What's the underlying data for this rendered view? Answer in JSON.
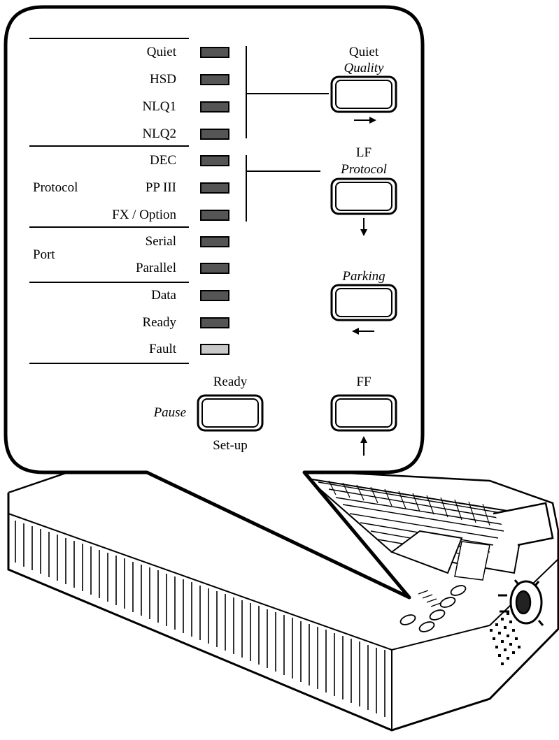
{
  "panel": {
    "quality_group": {
      "indicators": [
        "Quiet",
        "HSD",
        "NLQ1",
        "NLQ2"
      ]
    },
    "protocol_group": {
      "heading": "Protocol",
      "indicators": [
        "DEC",
        "PP III",
        "FX / Option"
      ]
    },
    "port_group": {
      "heading": "Port",
      "indicators": [
        "Serial",
        "Parallel"
      ]
    },
    "status_group": {
      "indicators": [
        "Data",
        "Ready",
        "Fault"
      ]
    },
    "buttons": {
      "quality": {
        "top_label": "Quiet",
        "italic_label": "Quality",
        "arrow": "right-arrow-icon"
      },
      "protocol": {
        "top_label": "LF",
        "italic_label": "Protocol",
        "arrow": "down-arrow-icon"
      },
      "parking": {
        "italic_label": "Parking",
        "arrow": "left-arrow-icon"
      },
      "pause": {
        "top_label": "Ready",
        "italic_label": "Pause",
        "bottom_label": "Set-up"
      },
      "ff": {
        "top_label": "FF",
        "arrow": "up-arrow-icon"
      }
    },
    "colors": {
      "led_on": "#555555",
      "led_off": "#c8c8c8",
      "outline": "#000000"
    }
  }
}
